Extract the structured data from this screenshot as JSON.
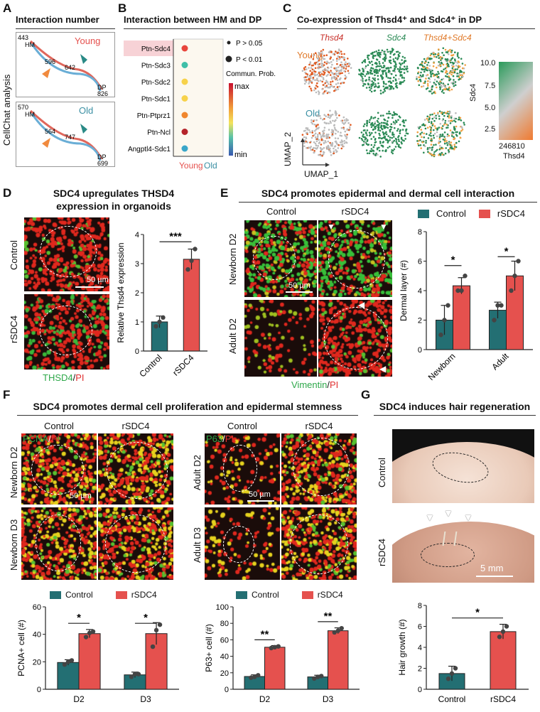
{
  "panels": {
    "A": {
      "letter": "A",
      "title": "Interaction number",
      "side_label": "CellChat analysis",
      "young": {
        "label": "Young",
        "hm": "HM",
        "dp": "DP",
        "n1": "443",
        "n2": "596",
        "n3": "642",
        "n4": "826"
      },
      "old": {
        "label": "Old",
        "hm": "HM",
        "dp": "DP",
        "n1": "570",
        "n2": "564",
        "n3": "747",
        "n4": "699"
      }
    },
    "B": {
      "letter": "B",
      "title": "Interaction between HM and DP",
      "pairs": [
        "Ptn-Sdc4",
        "Ptn-Sdc3",
        "Ptn-Sdc2",
        "Ptn-Sdc1",
        "Ptn-Ptprz1",
        "Ptn-Ncl",
        "Angptl4-Sdc1"
      ],
      "dot_colors": [
        "#e8453c",
        "#3fbfa8",
        "#f7d24a",
        "#f7d24a",
        "#f0862e",
        "#b5242a",
        "#3aa6c9"
      ],
      "xlabels": [
        "Young",
        "Old"
      ],
      "legend_p1": "P > 0.05",
      "legend_p2": "P < 0.01",
      "legend_prob": "Commun. Prob.",
      "legend_max": "max",
      "legend_min": "min"
    },
    "C": {
      "letter": "C",
      "title": "Co-expression of Thsd4⁺ and Sdc4⁺ in DP",
      "cols": [
        "Thsd4",
        "Sdc4",
        "Thsd4+Sdc4"
      ],
      "rows": [
        "Young",
        "Old"
      ],
      "umap1": "UMAP_1",
      "umap2": "UMAP_2",
      "cbar_ylabel": "Sdc4",
      "cbar_xlabel": "Thsd4",
      "cbar_yticks": [
        "10.0",
        "7.5",
        "5.0",
        "2.5"
      ],
      "cbar_xticks": "246810"
    },
    "D": {
      "letter": "D",
      "title_line1": "SDC4 upregulates THSD4",
      "title_line2": "expression in organoids",
      "rows": [
        "Control",
        "rSDC4"
      ],
      "scale": "50 µm",
      "stain_green": "THSD4",
      "stain_sep": "/",
      "stain_red": "PI",
      "sig": "***"
    },
    "E": {
      "letter": "E",
      "title": "SDC4 promotes epidermal and dermal cell interaction",
      "cols": [
        "Control",
        "rSDC4"
      ],
      "rows": [
        "Newborn D2",
        "Adult D2"
      ],
      "scale": "50 µm",
      "stain_green": "Vimentin",
      "stain_sep": "/",
      "stain_red": "PI",
      "legend": [
        "Control",
        "rSDC4"
      ],
      "sig": [
        "*",
        "*"
      ]
    },
    "F": {
      "letter": "F",
      "title": "SDC4 promotes dermal cell proliferation and epidermal stemness",
      "cols": [
        "Control",
        "rSDC4"
      ],
      "left_rows": [
        "Newborn D2",
        "Newborn D3"
      ],
      "right_rows": [
        "Adult D2",
        "Adult D3"
      ],
      "left_stain_green": "PCNA",
      "right_stain_green": "P63",
      "stain_sep": "/",
      "stain_red": "PI",
      "scale": "50 µm",
      "legend": [
        "Control",
        "rSDC4"
      ],
      "left_sig": [
        "*",
        "*"
      ],
      "right_sig": [
        "**",
        "**"
      ]
    },
    "G": {
      "letter": "G",
      "title": "SDC4 induces hair regeneration",
      "rows": [
        "Control",
        "rSDC4"
      ],
      "scale": "5 mm",
      "sig": "*"
    }
  },
  "chart_data": [
    {
      "id": "D-bar",
      "type": "bar",
      "categories": [
        "Control",
        "rSDC4"
      ],
      "values": [
        1.0,
        3.15
      ],
      "errors": [
        0.2,
        0.35
      ],
      "points": [
        [
          0.85,
          1.0,
          1.15
        ],
        [
          2.8,
          3.1,
          3.5
        ]
      ],
      "ylabel": "Relative Thsd4 expression",
      "ylim": [
        0,
        4
      ],
      "yticks": [
        0,
        1,
        2,
        3,
        4
      ],
      "colors": [
        "#236f73",
        "#e5514e"
      ]
    },
    {
      "id": "E-bar",
      "type": "bar",
      "categories": [
        "Newborn",
        "Adult"
      ],
      "series": [
        {
          "name": "Control",
          "values": [
            2.0,
            2.67
          ],
          "errors": [
            1.0,
            0.55
          ],
          "points": [
            [
              1,
              2,
              3
            ],
            [
              2,
              3,
              3
            ]
          ]
        },
        {
          "name": "rSDC4",
          "values": [
            4.33,
            5.0
          ],
          "errors": [
            0.55,
            1.0
          ],
          "points": [
            [
              4,
              4,
              5
            ],
            [
              4,
              5,
              6
            ]
          ]
        }
      ],
      "ylabel": "Dermal layer (#)",
      "ylim": [
        0,
        8
      ],
      "yticks": [
        0,
        2,
        4,
        6,
        8
      ],
      "colors": [
        "#236f73",
        "#e5514e"
      ]
    },
    {
      "id": "F-left-bar",
      "type": "bar",
      "categories": [
        "D2",
        "D3"
      ],
      "series": [
        {
          "name": "Control",
          "values": [
            19.5,
            10.5
          ],
          "errors": [
            2.0,
            2.0
          ],
          "points": [
            [
              18,
              20,
              21
            ],
            [
              9,
              11,
              11
            ]
          ]
        },
        {
          "name": "rSDC4",
          "values": [
            40.5,
            40.5
          ],
          "errors": [
            3.0,
            8.0
          ],
          "points": [
            [
              38,
              41,
              42
            ],
            [
              31,
              43,
              47
            ]
          ]
        }
      ],
      "ylabel": "PCNA+ cell (#)",
      "ylim": [
        0,
        60
      ],
      "yticks": [
        0,
        20,
        40,
        60
      ],
      "colors": [
        "#236f73",
        "#e5514e"
      ]
    },
    {
      "id": "F-right-bar",
      "type": "bar",
      "categories": [
        "D2",
        "D3"
      ],
      "series": [
        {
          "name": "Control",
          "values": [
            15.5,
            15.0
          ],
          "errors": [
            2.0,
            2.0
          ],
          "points": [
            [
              14,
              15,
              17
            ],
            [
              13,
              15,
              16
            ]
          ]
        },
        {
          "name": "rSDC4",
          "values": [
            51,
            71
          ],
          "errors": [
            2.0,
            3.5
          ],
          "points": [
            [
              50,
              51,
              52
            ],
            [
              69,
              71,
              74
            ]
          ]
        }
      ],
      "ylabel": "P63+ cell (#)",
      "ylim": [
        0,
        100
      ],
      "yticks": [
        0,
        20,
        40,
        60,
        80,
        100
      ],
      "colors": [
        "#236f73",
        "#e5514e"
      ]
    },
    {
      "id": "G-bar",
      "type": "bar",
      "categories": [
        "Control",
        "rSDC4"
      ],
      "values": [
        1.5,
        5.5
      ],
      "errors": [
        0.7,
        0.7
      ],
      "points": [
        [
          1,
          1.5,
          2
        ],
        [
          5,
          5.5,
          6
        ]
      ],
      "ylabel": "Hair growth (#)",
      "ylim": [
        0,
        8
      ],
      "yticks": [
        0,
        2,
        4,
        6,
        8
      ],
      "colors": [
        "#236f73",
        "#e5514e"
      ]
    }
  ]
}
